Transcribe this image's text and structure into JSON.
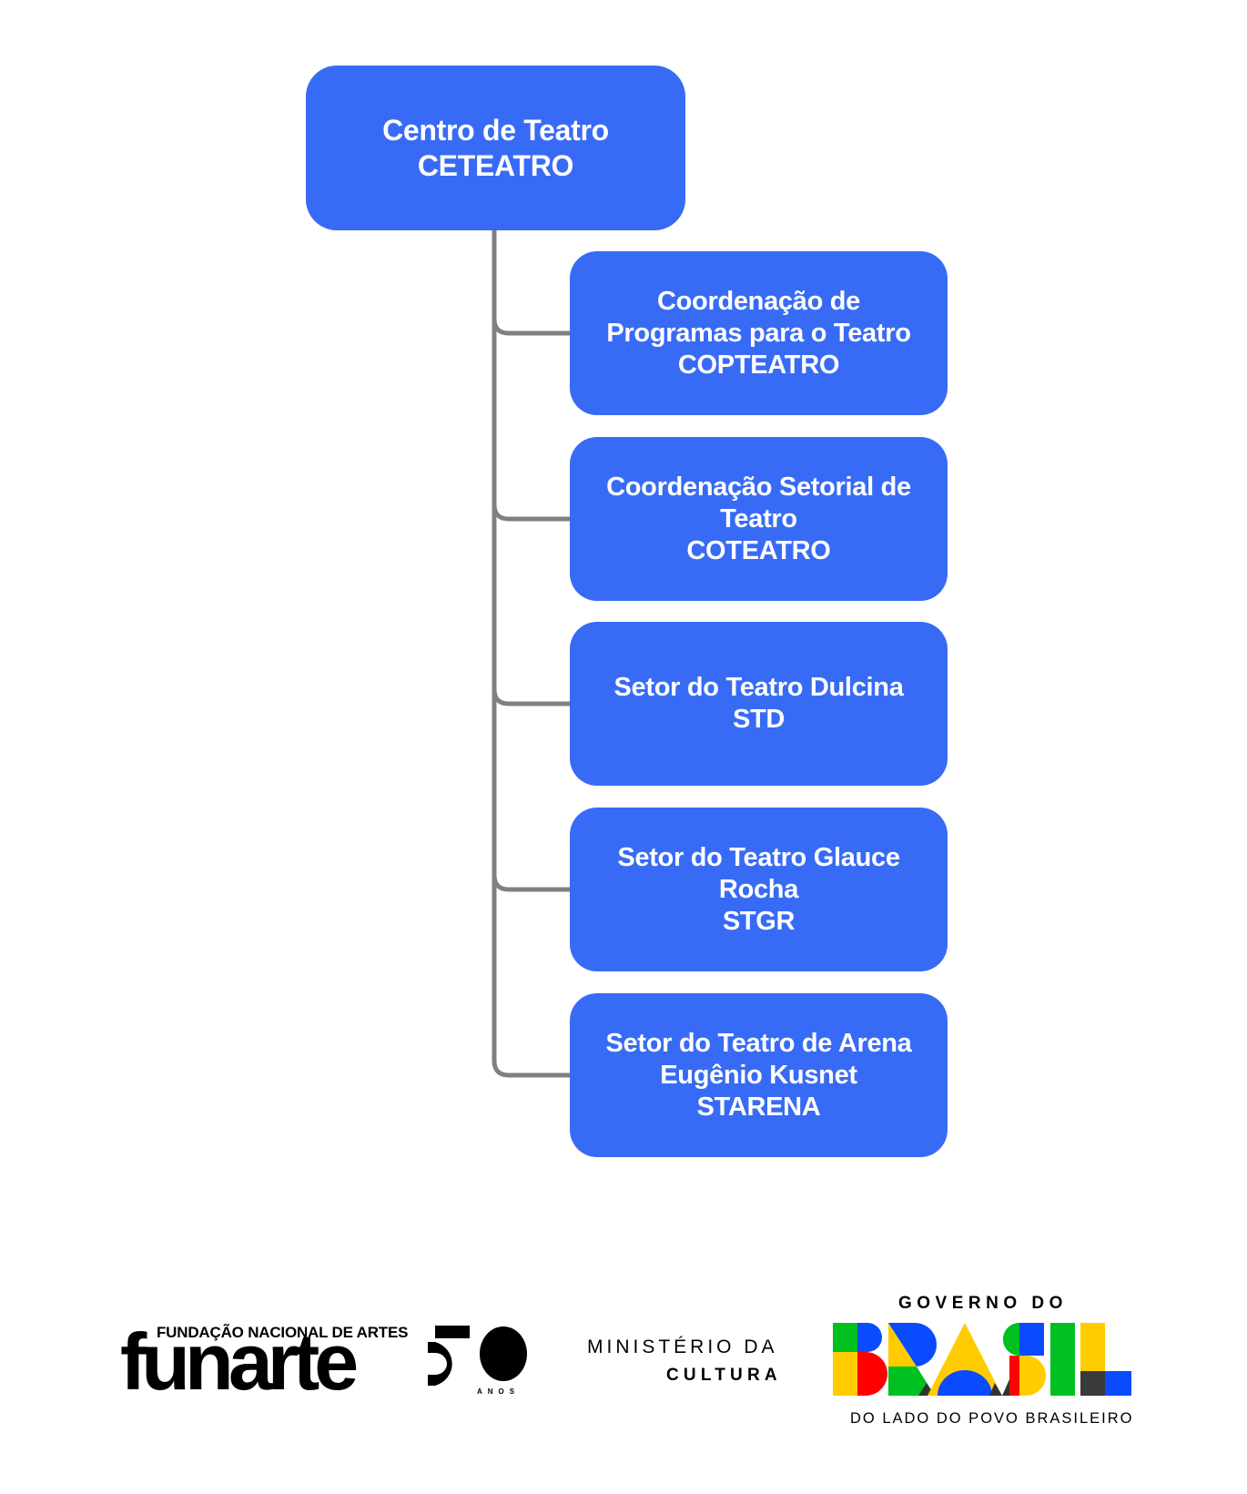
{
  "org_chart": {
    "root": {
      "lines": [
        "Centro de Teatro",
        "CETEATRO"
      ],
      "name": "Centro de Teatro",
      "acronym": "CETEATRO"
    },
    "children": [
      {
        "lines": [
          "Coordenação de",
          "Programas para o Teatro",
          "COPTEATRO"
        ],
        "acronym": "COPTEATRO"
      },
      {
        "lines": [
          "Coordenação Setorial de",
          "Teatro",
          "COTEATRO"
        ],
        "acronym": "COTEATRO"
      },
      {
        "lines": [
          "Setor do Teatro Dulcina",
          "STD"
        ],
        "acronym": "STD"
      },
      {
        "lines": [
          "Setor do Teatro Glauce",
          "Rocha",
          "STGR"
        ],
        "acronym": "STGR"
      },
      {
        "lines": [
          "Setor do Teatro de Arena",
          "Eugênio Kusnet",
          "STARENA"
        ],
        "acronym": "STARENA"
      }
    ]
  },
  "colors": {
    "box": "#386bf5",
    "box_text": "#ffffff",
    "connector": "#808080"
  },
  "footer": {
    "funarte": {
      "subtitle": "FUNDAÇÃO NACIONAL DE ARTES",
      "wordmark": "funarte",
      "anniversary": "50",
      "anniversary_label": "ANOS"
    },
    "ministry": {
      "line1": "MINISTÉRIO DA",
      "line2": "CULTURA"
    },
    "government": {
      "top": "GOVERNO DO",
      "wordmark": "BRASIL",
      "tagline": "DO LADO DO POVO BRASILEIRO"
    }
  }
}
